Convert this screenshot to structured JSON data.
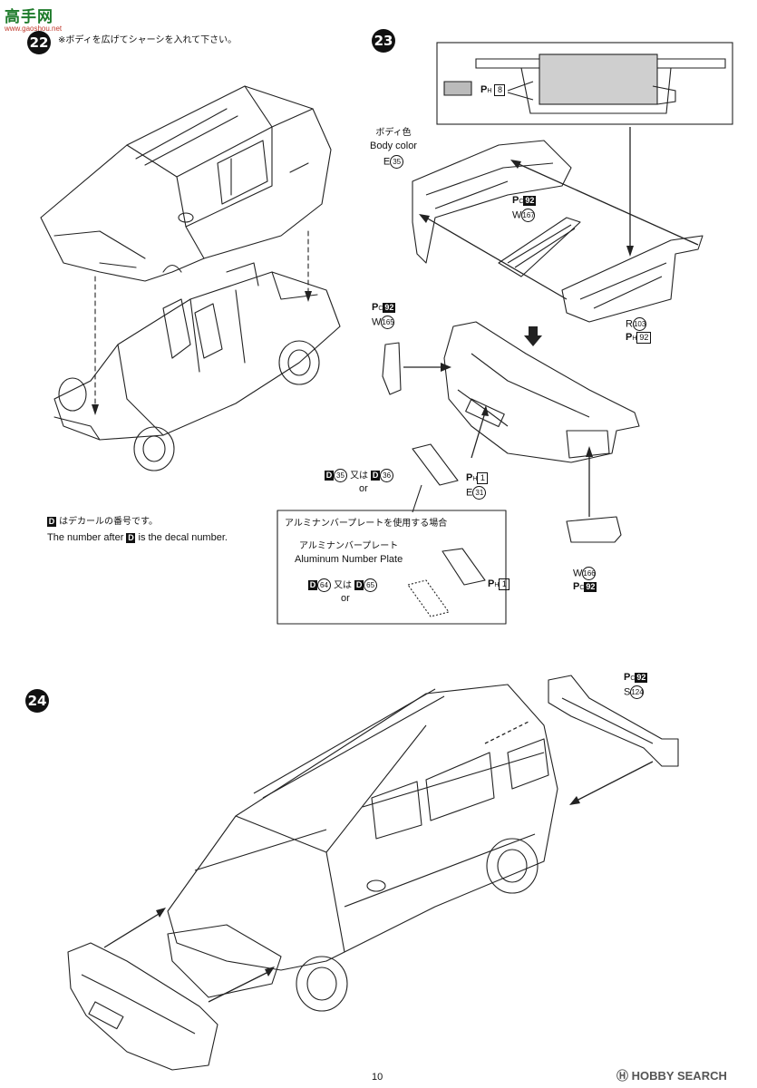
{
  "watermark_top": "高手网",
  "watermark_top_sub": "www.gaoshou.net",
  "step22": {
    "number": "22",
    "note": "※ボディを広げてシャーシを入れて下さい。",
    "decal_note_jp": "はデカールの番号です。",
    "decal_note_en_pre": "The number after",
    "decal_note_en_post": "is the decal number.",
    "decal_letter": "D"
  },
  "step23": {
    "number": "23",
    "body_color_jp": "ボディ色",
    "body_color_en": "Body color",
    "color_e": "E",
    "color_e_num": "35",
    "inset_pc_letter": "P",
    "inset_pc_sub": "H",
    "inset_box": "8",
    "mesh_pc_sub": "C",
    "mesh_pc_num": "92",
    "mesh_color": "W",
    "mesh_color_num": "167",
    "side_pc_num": "92",
    "side_color": "W",
    "side_color_num": "165",
    "bumper_color": "R",
    "bumper_color_num": "103",
    "bumper_ph_num": "92",
    "plate_decal_a": "35",
    "plate_decal_b": "36",
    "or_jp": "又は",
    "or_en": "or",
    "plate_ph_num": "1",
    "plate_e_num": "31",
    "fog_color": "W",
    "fog_color_num": "166",
    "fog_pc_num": "92",
    "alu_title": "アルミナンバープレートを使用する場合",
    "alu_label_jp": "アルミナンバープレート",
    "alu_label_en": "Aluminum Number Plate",
    "alu_decal_a": "64",
    "alu_decal_b": "65",
    "alu_ph_num": "1"
  },
  "step24": {
    "number": "24",
    "spoiler_pc_num": "92",
    "spoiler_color": "S",
    "spoiler_color_num": "124"
  },
  "page_number": "10",
  "footer_brand": "HOBBY SEARCH"
}
